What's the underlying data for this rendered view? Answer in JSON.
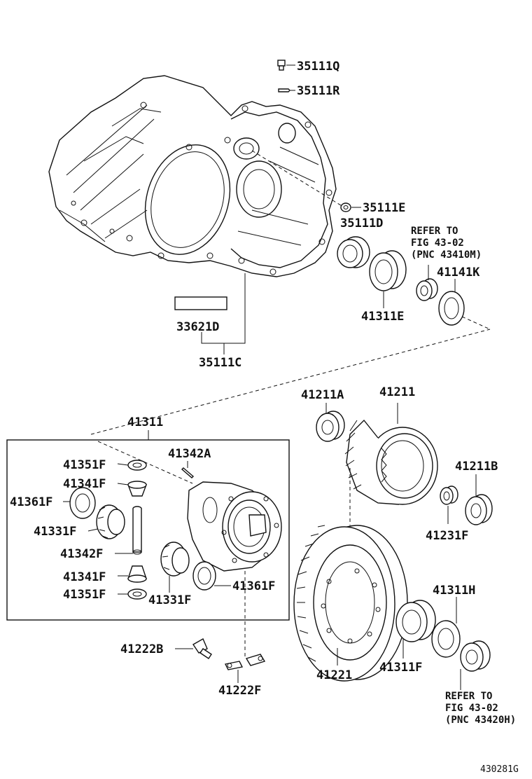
{
  "labels": {
    "p35111Q": "35111Q",
    "p35111R": "35111R",
    "p35111E": "35111E",
    "p35111D": "35111D",
    "p41311E": "41311E",
    "p41141K": "41141K",
    "p33621D": "33621D",
    "p35111C": "35111C",
    "p41311": "41311",
    "p41342A": "41342A",
    "p41351F_top": "41351F",
    "p41341F_top": "41341F",
    "p41361F_left": "41361F",
    "p41331F_left": "41331F",
    "p41342F": "41342F",
    "p41341F_bot": "41341F",
    "p41351F_bot": "41351F",
    "p41331F_bot": "41331F",
    "p41361F_right": "41361F",
    "p41211A": "41211A",
    "p41211": "41211",
    "p41211B": "41211B",
    "p41231F": "41231F",
    "p41311H": "41311H",
    "p41311F": "41311F",
    "p41221": "41221",
    "p41222B": "41222B",
    "p41222F": "41222F"
  },
  "notes": {
    "refer_top": [
      "REFER TO",
      "FIG 43-02",
      "(PNC 43410M)"
    ],
    "refer_bottom": [
      "REFER TO",
      "FIG 43-02",
      "(PNC 43420H)"
    ]
  },
  "figure_code": "430281G"
}
